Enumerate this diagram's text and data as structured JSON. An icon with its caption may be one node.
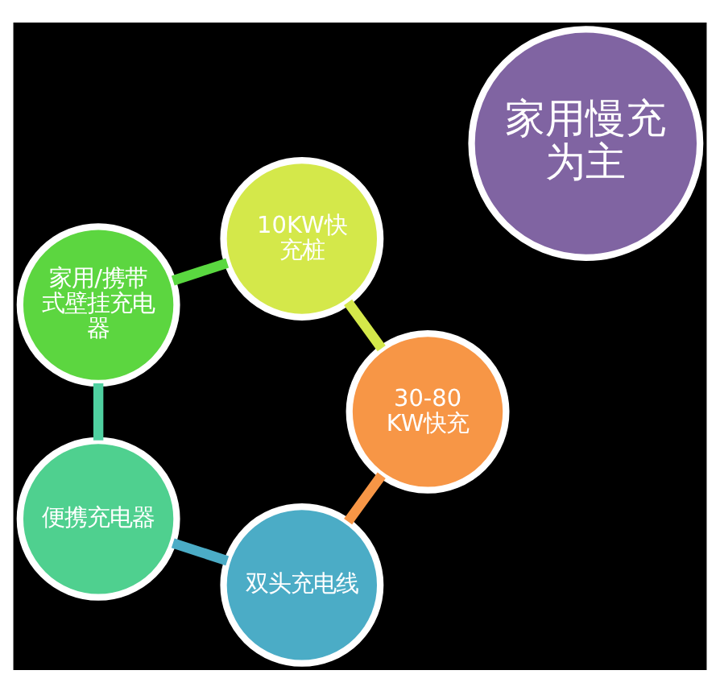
{
  "diagram": {
    "nodes": [
      {
        "text": [
          "家用慢充为主"
        ]
      },
      {
        "text": [
          "双头充电线"
        ]
      },
      {
        "text": [
          "便携充电器"
        ]
      },
      {
        "text": [
          "家用/携带式壁挂充电器"
        ]
      },
      {
        "text": [
          "10KW快充桩"
        ]
      },
      {
        "text": [
          "30-80KW快充"
        ]
      }
    ],
    "edges": [
      {
        "from": 1,
        "to": 2,
        "arrow": "none",
        "color": "#4bacc6"
      },
      {
        "from": 2,
        "to": 3,
        "arrow": "none",
        "color": "#4fd0a0"
      },
      {
        "from": 3,
        "to": 4,
        "arrow": "none",
        "color": "#5ad840"
      },
      {
        "from": 4,
        "to": 5,
        "arrow": "none",
        "color": "#d4e84a"
      },
      {
        "from": 5,
        "to": 1,
        "arrow": "none",
        "color": "#f79646"
      }
    ]
  }
}
